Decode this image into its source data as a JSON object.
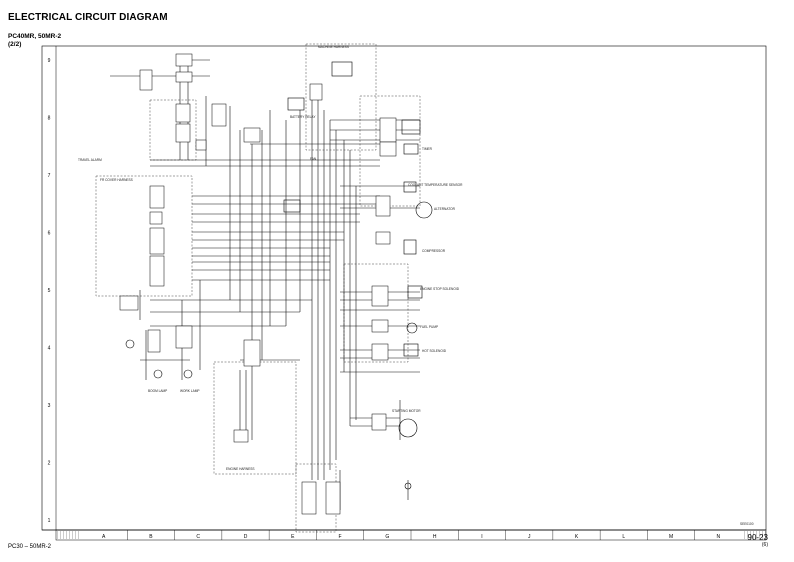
{
  "header": {
    "title": "ELECTRICAL CIRCUIT DIAGRAM",
    "model": "PC40MR, 50MR-2",
    "sheet": "(2/2)"
  },
  "footer": {
    "model_ref": "PC30 – 50MR-2",
    "page": "90-23",
    "revision": "(6)"
  },
  "grid": {
    "columns": [
      "A",
      "B",
      "C",
      "D",
      "E",
      "F",
      "G",
      "H",
      "I",
      "J",
      "K",
      "L",
      "M",
      "N"
    ],
    "rows": [
      "9",
      "8",
      "7",
      "6",
      "5",
      "4",
      "3",
      "2",
      "1"
    ]
  },
  "labels": {
    "travel_alarm": "TRAVEL ALARM",
    "alternator": "ALTERNATOR",
    "fuel_pump": "FUEL PUMP",
    "timer": "TIMER",
    "fan": "FAN",
    "work_lamp": "WORK LAMP",
    "boom_lamp": "BOOM LAMP",
    "compressor": "COMPRESSOR",
    "battery_relay": "BATTERY RELAY",
    "engine_stop_solenoid": "ENGINE STOP SOLENOID",
    "coolant_sensor": "COOLANT TEMPERATURE SENSOR",
    "hot_solenoid": "HOT SOLENOID",
    "engine_harness": "ENGINE HARNESS",
    "fr_cover_harness": "FR COVER HARNESS",
    "machine_harness": "MACHINE HARNESS",
    "starting_motor": "STARTING MOTOR",
    "drawing_code": "SEE0100"
  }
}
